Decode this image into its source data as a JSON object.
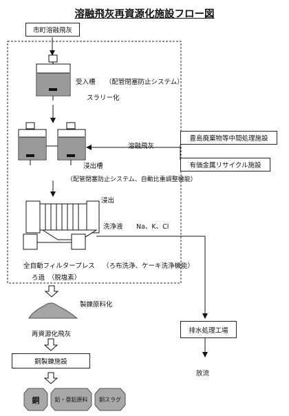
{
  "title": "溶融飛灰再資源化施設フロー図",
  "source": "市町溶融飛灰",
  "receiving": {
    "name": "受入槽",
    "note": "（配管閉塞防止システム）",
    "process": "スラリー化"
  },
  "inputs": {
    "label": "溶融飛灰",
    "boxes": [
      "豊島廃棄物等中間処理施設",
      "有価金属リサイクル施設"
    ]
  },
  "leaching": {
    "name": "浸出槽",
    "note": "（配管閉塞防止システム、自動比重調整機能）",
    "process": "浸出"
  },
  "filter": {
    "wash_liquid": "洗浄液",
    "ions": "Na、K、Cl",
    "name": "全自動フィルタープレス",
    "features": "（ろ布洗浄、ケーキ洗浄機能）",
    "process": "ろ過　（脱塩素）"
  },
  "product": {
    "pile_label": "製錬原料化",
    "name": "再資源化飛灰",
    "smelter": "銅製錬施設",
    "outputs": [
      "銅",
      "鉛・亜鉛原料",
      "銅スラグ"
    ]
  },
  "wastewater": {
    "plant": "排水処理工場",
    "discharge": "放流"
  }
}
